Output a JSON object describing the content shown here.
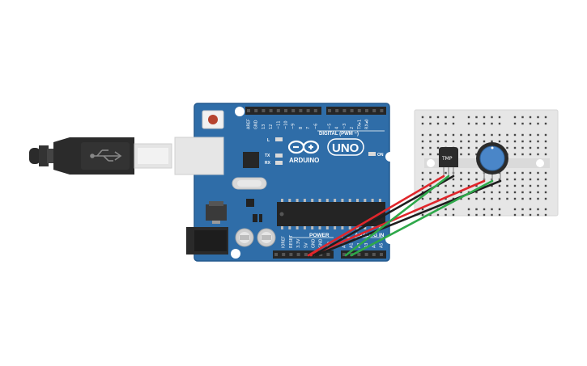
{
  "board": {
    "brand": "ARDUINO",
    "model": "UNO",
    "digital_header": "DIGITAL (PWM ~)",
    "power_header": "POWER",
    "analog_header": "ANALOG IN",
    "led_l": "L",
    "led_tx": "TX",
    "led_rx": "RX",
    "led_on": "ON",
    "digital_pins": [
      "AREF",
      "GND",
      "13",
      "12",
      "~11",
      "~10",
      "~9",
      "8",
      "7",
      "~6",
      "~5",
      "4",
      "~3",
      "2",
      "TX▸1",
      "RX◂0"
    ],
    "power_pins": [
      "IOREF",
      "RESET",
      "3.3V",
      "5V",
      "GND",
      "GND",
      "Vin"
    ],
    "analog_pins": [
      "A0",
      "A1",
      "A2",
      "A3",
      "A4",
      "A5"
    ]
  },
  "sensor": {
    "label": "TMP"
  },
  "colors": {
    "board_blue": "#2f6da8",
    "board_edge": "#24598e",
    "breadboard": "#e6e6e6",
    "wire_red": "#e0262b",
    "wire_black": "#1e1e1e",
    "wire_green": "#2ea84a",
    "pot_blue": "#4a86c8",
    "usb_black": "#2b2b2b"
  }
}
